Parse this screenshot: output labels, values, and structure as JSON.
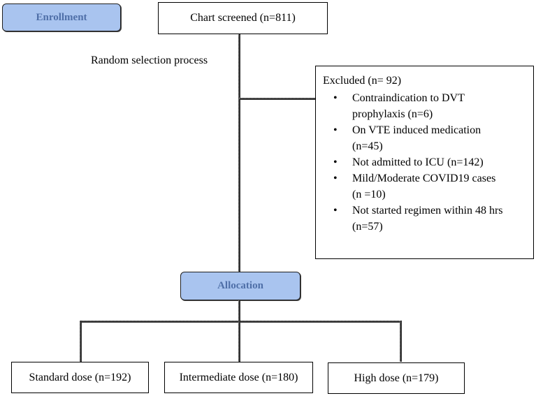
{
  "enrollment_label": "Enrollment",
  "chart_screened": "Chart screened (n=811)",
  "random_selection": "Random selection process",
  "excluded": {
    "title": "Excluded (n= 92)",
    "items": [
      {
        "line1": "Contraindication to DVT",
        "line2": "prophylaxis (n=6)"
      },
      {
        "line1": "On VTE induced medication",
        "line2": "(n=45)"
      },
      {
        "line1": "Not admitted to ICU (n=142)",
        "line2": ""
      },
      {
        "line1": "Mild/Moderate COVID19 cases",
        "line2": "(n =10)"
      },
      {
        "line1": "Not started regimen within 48 hrs",
        "line2": "(n=57)"
      }
    ]
  },
  "allocation_label": "Allocation",
  "arms": {
    "standard": "Standard dose (n=192)",
    "intermediate": "Intermediate dose (n=180)",
    "high": "High dose (n=179)"
  }
}
